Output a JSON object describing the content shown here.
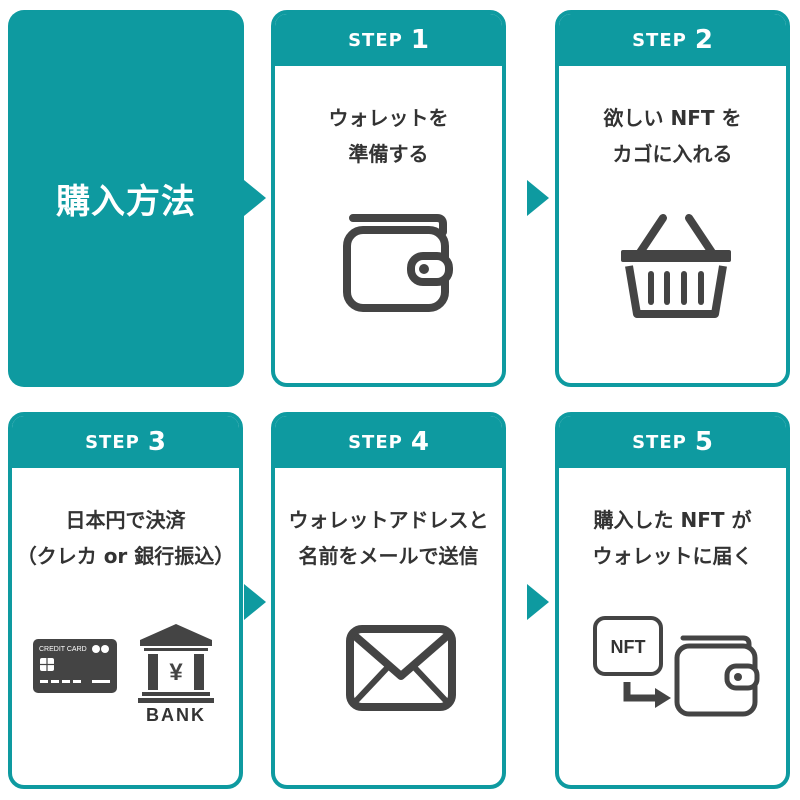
{
  "title": "購入方法",
  "step_word": "STEP",
  "steps": [
    {
      "num": "1",
      "lines": [
        "ウォレットを",
        "準備する"
      ],
      "icon": "wallet-icon"
    },
    {
      "num": "2",
      "lines": [
        "欲しい NFT を",
        "カゴに入れる"
      ],
      "icon": "shopping-basket-icon"
    },
    {
      "num": "3",
      "lines": [
        "日本円で決済",
        "（クレカ or 銀行振込）"
      ],
      "icon": "credit-card-and-bank-icon"
    },
    {
      "num": "4",
      "lines": [
        "ウォレットアドレスと",
        "名前をメールで送信"
      ],
      "icon": "envelope-icon"
    },
    {
      "num": "5",
      "lines": [
        "購入した NFT が",
        "ウォレットに届く"
      ],
      "icon": "nft-to-wallet-icon"
    }
  ],
  "icon_text": {
    "credit_card": "CREDIT CARD",
    "bank_symbol": "¥",
    "bank": "BANK",
    "nft": "NFT"
  },
  "colors": {
    "accent": "#0e9aa0",
    "icon": "#444444",
    "text": "#333333"
  }
}
